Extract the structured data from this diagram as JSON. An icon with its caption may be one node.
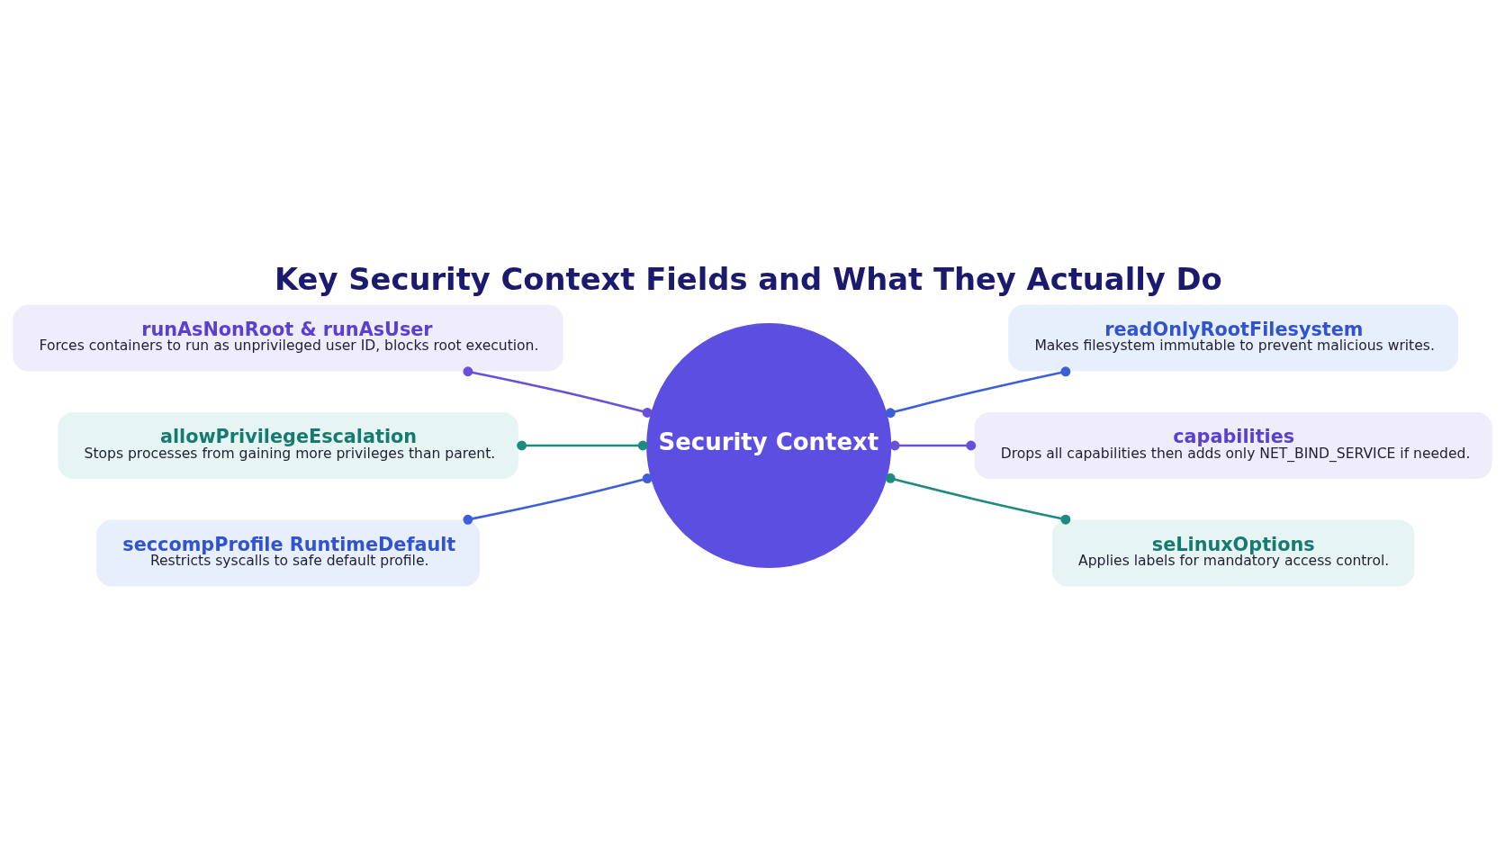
{
  "diagram": {
    "title": "Key Security Context Fields and What They Actually Do",
    "nodes": [
      {
        "text": [
          "Security Context"
        ]
      },
      {
        "text": [
          "runAsNonRoot & runAsUser",
          "Forces containers to run as unprivileged user ID, blocks root execution."
        ]
      },
      {
        "text": [
          "allowPrivilegeEscalation",
          "Stops processes from gaining more privileges than parent."
        ]
      },
      {
        "text": [
          "seccompProfile RuntimeDefault",
          "Restricts syscalls to safe default profile."
        ]
      },
      {
        "text": [
          "readOnlyRootFilesystem",
          "Makes filesystem immutable to prevent malicious writes."
        ]
      },
      {
        "text": [
          "capabilities",
          "Drops all capabilities then adds only NET_BIND_SERVICE if needed."
        ]
      },
      {
        "text": [
          "seLinuxOptions",
          "Applies labels for mandatory access control."
        ]
      }
    ],
    "edges": [
      {
        "from": 1,
        "to": 0,
        "arrow": "other",
        "color": "#6a4fd8"
      },
      {
        "from": 2,
        "to": 0,
        "arrow": "other",
        "color": "#1e8a80"
      },
      {
        "from": 3,
        "to": 0,
        "arrow": "other",
        "color": "#3d5fd8"
      },
      {
        "from": 0,
        "to": 4,
        "arrow": "other",
        "color": "#3d5fd8"
      },
      {
        "from": 0,
        "to": 5,
        "arrow": "other",
        "color": "#6a4fd8"
      },
      {
        "from": 0,
        "to": 6,
        "arrow": "other",
        "color": "#1e8a80"
      }
    ]
  }
}
